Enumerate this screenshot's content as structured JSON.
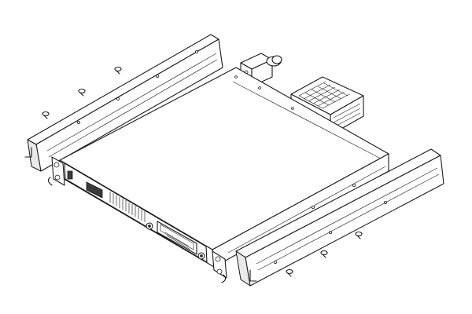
{
  "figure": {
    "subject": "rack-mount-power-supply-exploded-view",
    "icons": [
      "slide-rail",
      "mounting-screw",
      "chassis",
      "fan-module",
      "rack-ear",
      "front-panel-display"
    ]
  }
}
